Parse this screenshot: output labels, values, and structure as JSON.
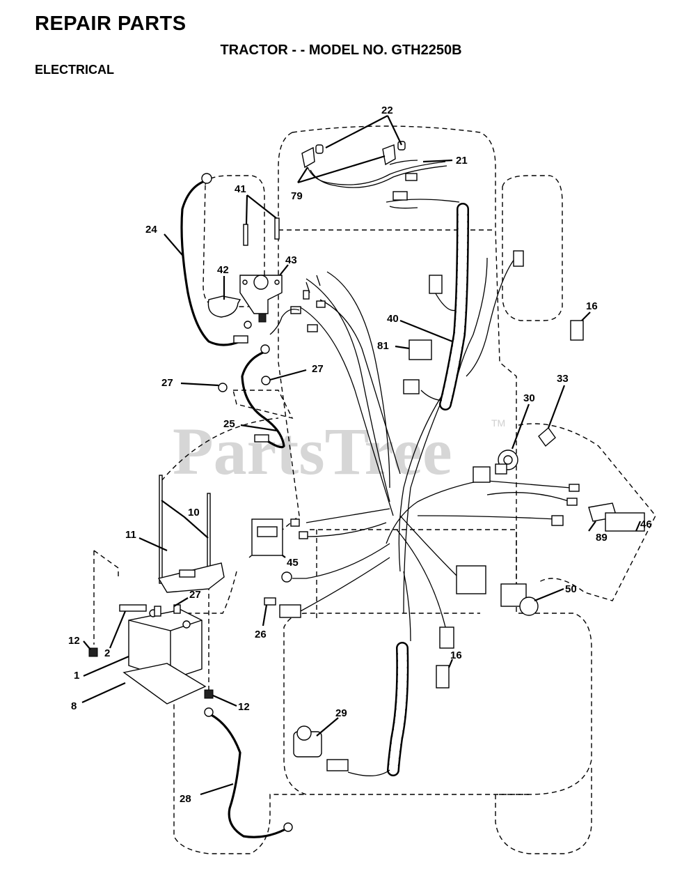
{
  "header": {
    "title": "REPAIR PARTS",
    "subtitle": "TRACTOR - - MODEL NO. GTH2250B",
    "section": "ELECTRICAL"
  },
  "watermark": {
    "text": "PartsTree",
    "tm": "TM"
  },
  "callouts": {
    "c1": "1",
    "c2": "2",
    "c8": "8",
    "c10": "10",
    "c11": "11",
    "c12a": "12",
    "c12b": "12",
    "c16a": "16",
    "c16b": "16",
    "c21": "21",
    "c22": "22",
    "c24": "24",
    "c25": "25",
    "c26": "26",
    "c27a": "27",
    "c27b": "27",
    "c27c": "27",
    "c28": "28",
    "c29": "29",
    "c30": "30",
    "c33": "33",
    "c40": "40",
    "c41": "41",
    "c42": "42",
    "c43": "43",
    "c45": "45",
    "c46": "46",
    "c50": "50",
    "c79": "79",
    "c81": "81",
    "c89": "89"
  }
}
